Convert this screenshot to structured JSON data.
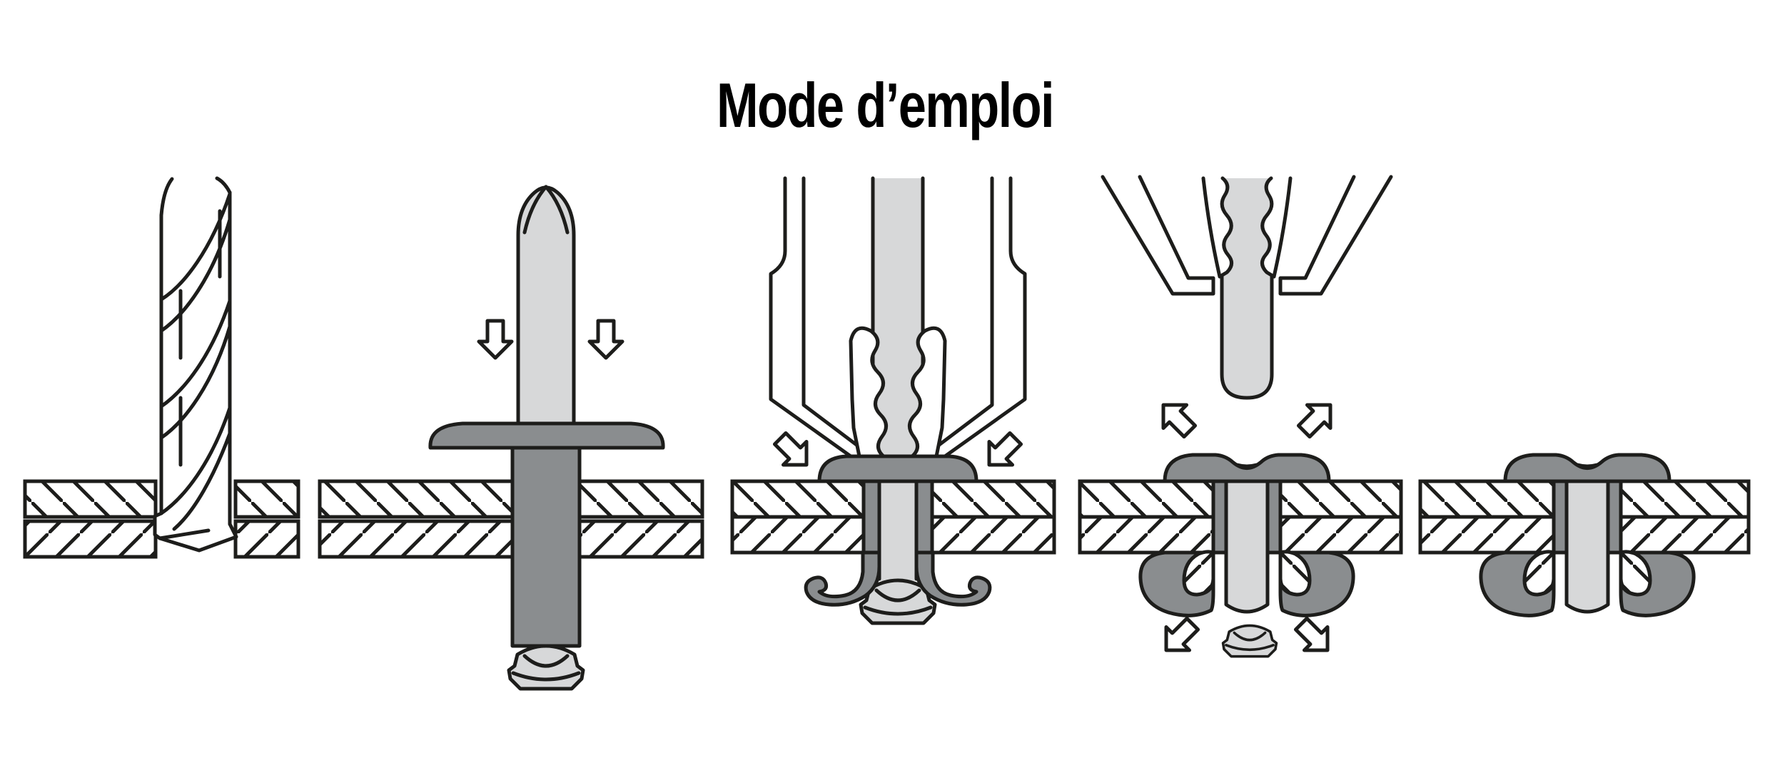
{
  "title": "Mode d’emploi",
  "colors": {
    "bg": "#ffffff",
    "outline": "#1d1d1b",
    "rivet": "#8a8d8f",
    "mandrel": "#d7d8d9"
  },
  "figure": {
    "description-icon": "blind-rivet-installation-steps",
    "steps": [
      {
        "name": "drill-hole",
        "icon": "twist-drill-through-plates-icon"
      },
      {
        "name": "insert-rivet",
        "icon": "rivet-inserted-with-down-arrows-icon"
      },
      {
        "name": "pull-mandrel-with-tool",
        "icon": "rivet-gun-nose-pulling-mandrel-icon"
      },
      {
        "name": "mandrel-breaks-off",
        "icon": "broken-mandrel-and-set-rivet-icon"
      },
      {
        "name": "finished-joint",
        "icon": "set-rivet-cross-section-icon"
      }
    ]
  }
}
